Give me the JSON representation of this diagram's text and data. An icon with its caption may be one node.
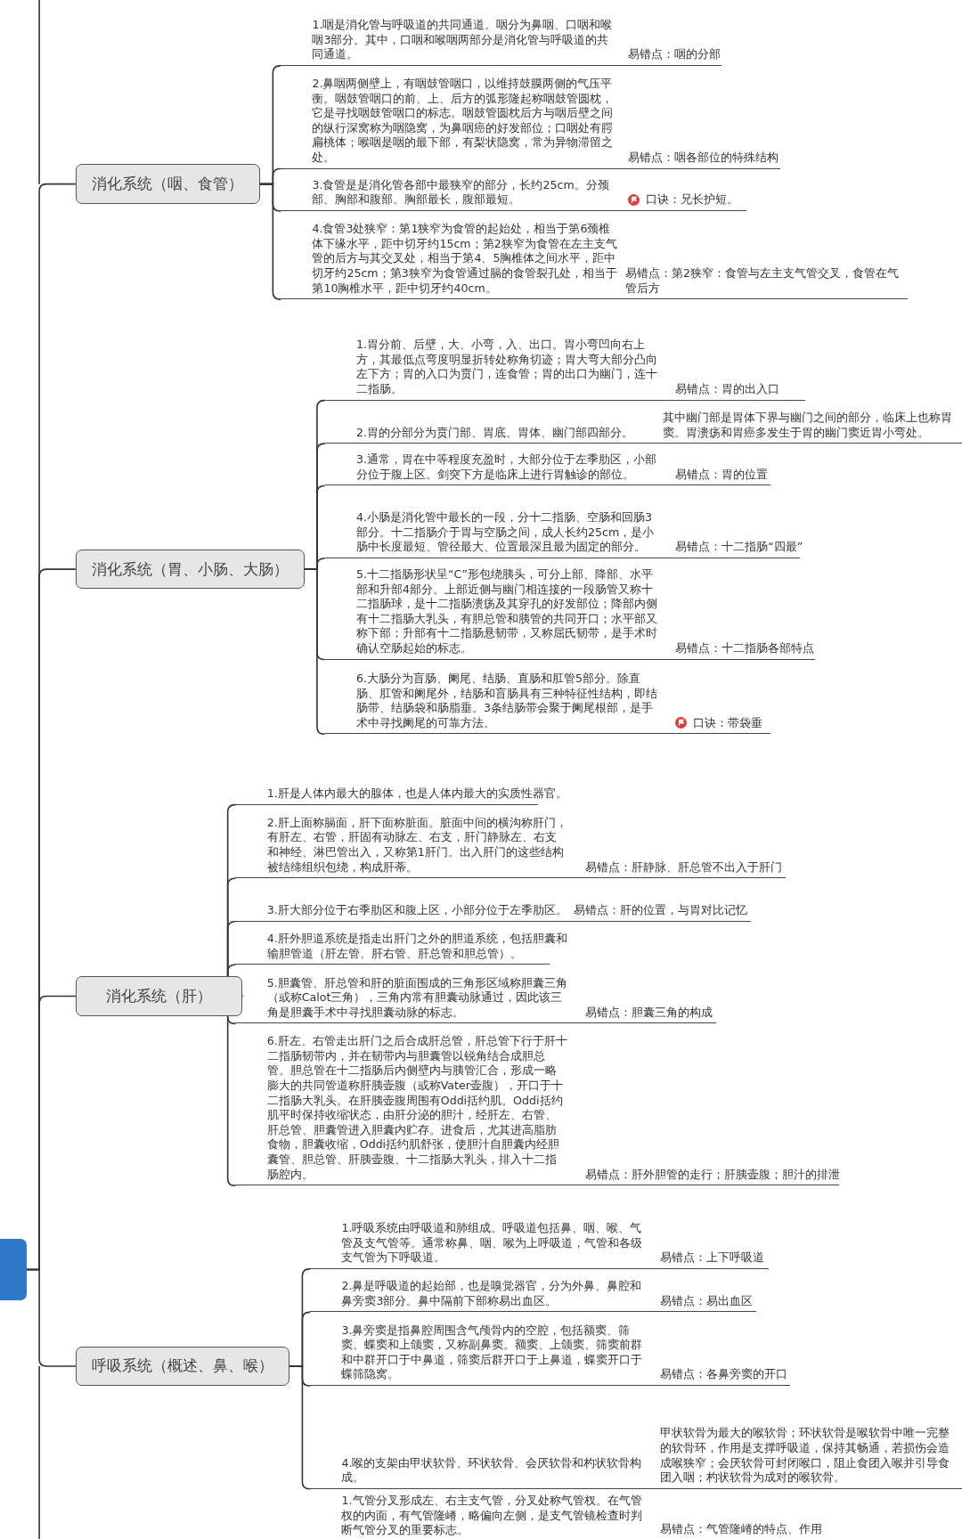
{
  "diagram": {
    "nodes": [
      {
        "text": [],
        "shape": "box"
      },
      {
        "text": [
          "消化系统（咽、食管）"
        ]
      },
      {
        "text": [
          "1.咽是消化管与呼吸道的共同通道。咽分为鼻咽、口咽和喉咽3部分。其中，口咽和喉咽两部分是消化管与呼吸道的共同通道。",
          "易错点：咽的分部"
        ]
      },
      {
        "text": [
          "2.鼻咽两侧壁上，有咽鼓管咽口，以维持鼓膜两侧的气压平衡。咽鼓管咽口的前、上、后方的弧形隆起称咽鼓管圆枕，它是寻找咽鼓管咽口的标志。咽鼓管圆枕后方与咽后壁之间的纵行深窝称为咽隐窝，为鼻咽癌的好发部位；口咽处有腭扁桃体；喉咽是咽的最下部，有梨状隐窝，常为异物滞留之处。",
          "易错点：咽各部位的特殊结构"
        ]
      },
      {
        "text": [
          "3.食管是是消化管各部中最狭窄的部分，长约25cm。分颈部、胸部和腹部。胸部最长，腹部最短。",
          "口诀：兄长护短。"
        ]
      },
      {
        "text": [
          "4.食管3处狭窄：第1狭窄为食管的起始处，相当于第6颈椎体下缘水平，距中切牙约15cm；第2狭窄为食管在左主支气管的后方与其交叉处，相当于第4、5胸椎体之间水平，距中切牙约25cm；第3狭窄为食管通过膈的食管裂孔处，相当于第10胸椎水平，距中切牙约40cm。",
          "易错点：第2狭窄：食管与左主支气管交叉，食管在气管后方"
        ]
      },
      {
        "text": [
          "消化系统（胃、小肠、大肠）"
        ]
      },
      {
        "text": [
          "1.胃分前、后壁，大、小弯，入、出口。胃小弯凹向右上方，其最低点弯度明显折转处称角切迹；胃大弯大部分凸向左下方；胃的入口为贲门，连食管；胃的出口为幽门，连十二指肠。",
          "易错点：胃的出入口"
        ]
      },
      {
        "text": [
          "2.胃的分部分为贲门部、胃底、胃体、幽门部四部分。",
          "其中幽门部是胃体下界与幽门之间的部分，临床上也称胃窦。胃溃疡和胃癌多发生于胃的幽门窦近胃小弯处。"
        ]
      },
      {
        "text": [
          "3.通常，胃在中等程度充盈时，大部分位于左季肋区，小部分位于腹上区。剑突下方是临床上进行胃触诊的部位。",
          "易错点：胃的位置"
        ]
      },
      {
        "text": [
          "4.小肠是消化管中最长的一段，分十二指肠、空肠和回肠3部分。十二指肠介于胃与空肠之间，成人长约25cm，是小肠中长度最短、管径最大、位置最深且最为固定的部分。",
          "易错点：十二指肠“四最”"
        ]
      },
      {
        "text": [
          "5.十二指肠形状呈“C”形包绕胰头，可分上部、降部、水平部和升部4部分。上部近侧与幽门相连接的一段肠管又称十二指肠球，是十二指肠溃疡及其穿孔的好发部位；降部内侧有十二指肠大乳头，有胆总管和胰管的共同开口；水平部又称下部；升部有十二指肠悬韧带，又称屈氏韧带，是手术时确认空肠起始的标志。",
          "易错点：十二指肠各部特点"
        ]
      },
      {
        "text": [
          "6.大肠分为盲肠、阑尾、结肠、直肠和肛管5部分。除直肠、肛管和阑尾外，结肠和盲肠具有三种特征性结构，即结肠带、结肠袋和肠脂垂。3条结肠带会聚于阑尾根部，是手术中寻找阑尾的可靠方法。",
          "口诀：带袋垂"
        ]
      },
      {
        "text": [
          "消化系统（肝）"
        ]
      },
      {
        "text": [
          "1.肝是人体内最大的腺体，也是人体内最大的实质性器官。"
        ]
      },
      {
        "text": [
          "2.肝上面称膈面，肝下面称脏面。脏面中间的横沟称肝门，有肝左、右管，肝固有动脉左、右支，肝门静脉左、右支和神经、淋巴管出入，又称第1肝门。出入肝门的这些结构被结缔组织包绕，构成肝蒂。",
          "易错点：肝静脉、肝总管不出入于肝门"
        ]
      },
      {
        "text": [
          "3.肝大部分位于右季肋区和腹上区，小部分位于左季肋区。",
          "易错点：肝的位置，与胃对比记忆"
        ]
      },
      {
        "text": [
          "4.肝外胆道系统是指走出肝门之外的胆道系统，包括胆囊和输胆管道（肝左管、肝右管、肝总管和胆总管）。"
        ]
      },
      {
        "text": [
          "5.胆囊管、肝总管和肝的脏面围成的三角形区域称胆囊三角（或称Calot三角），三角内常有胆囊动脉通过，因此该三角是胆囊手术中寻找胆囊动脉的标志。",
          "易错点：胆囊三角的构成"
        ]
      },
      {
        "text": [
          "6.肝左、右管走出肝门之后合成肝总管，肝总管下行于肝十二指肠韧带内，并在韧带内与胆囊管以锐角结合成胆总管。胆总管在十二指肠后内侧壁内与胰管汇合，形成一略膨大的共同管道称肝胰壶腹（或称Vater壶腹），开口于十二指肠大乳头。在肝胰壶腹周围有Oddi括约肌。Oddi括约肌平时保持收缩状态，由肝分泌的胆汁，经肝左、右管、肝总管、胆囊管进入胆囊内贮存。进食后，尤其进高脂肪食物，胆囊收缩，Oddi括约肌舒张，使胆汁自胆囊内经胆囊管、胆总管、肝胰壶腹、十二指肠大乳头，排入十二指肠腔内。",
          "易错点：肝外胆管的走行；肝胰壶腹；胆汁的排泄"
        ]
      },
      {
        "text": [
          "呼吸系统（概述、鼻、喉）"
        ]
      },
      {
        "text": [
          "1.呼吸系统由呼吸道和肺组成。呼吸道包括鼻、咽、喉、气管及支气管等。通常称鼻、咽、喉为上呼吸道，气管和各级支气管为下呼吸道。",
          "易错点：上下呼吸道"
        ]
      },
      {
        "text": [
          "2.鼻是呼吸道的起始部，也是嗅觉器官，分为外鼻、鼻腔和鼻旁窦3部分。鼻中隔前下部称易出血区。",
          "易错点：易出血区"
        ]
      },
      {
        "text": [
          "3.鼻旁窦是指鼻腔周围含气颅骨内的空腔，包括额窦、筛窦、蝶窦和上颌窦，又称副鼻窦。额窦、上颌窦、筛窦前群和中群开口于中鼻道，筛窦后群开口于上鼻道，蝶窦开口于蝶筛隐窝。",
          "易错点：各鼻旁窦的开口"
        ]
      },
      {
        "text": [
          "4.喉的支架由甲状软骨、环状软骨、会厌软骨和杓状软骨构成。",
          "甲状软骨为最大的喉软骨；环状软骨是喉软骨中唯一完整的软骨环，作用是支撑呼吸道，保持其畅通，若损伤会造成喉狭窄；会厌软骨可封闭喉口，阻止食团入喉并引导食团入咽；杓状软骨为成对的喉软骨。"
        ]
      },
      {
        "text": [
          "1.气管分叉形成左、右主支气管，分叉处称气管杈。在气管杈的内面，有气管隆嵴，略偏向左侧，是支气管镜检查时判断气管分叉的重要标志。",
          "易错点：气管隆嵴的特点、作用"
        ]
      }
    ],
    "edges": [
      {
        "from": 0,
        "to": 1,
        "arrow": "none"
      },
      {
        "from": 1,
        "to": 2,
        "arrow": "none"
      },
      {
        "from": 1,
        "to": 3,
        "arrow": "none"
      },
      {
        "from": 1,
        "to": 4,
        "arrow": "none"
      },
      {
        "from": 1,
        "to": 5,
        "arrow": "none"
      },
      {
        "from": 0,
        "to": 6,
        "arrow": "none"
      },
      {
        "from": 6,
        "to": 7,
        "arrow": "none"
      },
      {
        "from": 6,
        "to": 8,
        "arrow": "none"
      },
      {
        "from": 6,
        "to": 9,
        "arrow": "none"
      },
      {
        "from": 6,
        "to": 10,
        "arrow": "none"
      },
      {
        "from": 6,
        "to": 11,
        "arrow": "none"
      },
      {
        "from": 6,
        "to": 12,
        "arrow": "none"
      },
      {
        "from": 0,
        "to": 13,
        "arrow": "none"
      },
      {
        "from": 13,
        "to": 14,
        "arrow": "none"
      },
      {
        "from": 13,
        "to": 15,
        "arrow": "none"
      },
      {
        "from": 13,
        "to": 16,
        "arrow": "none"
      },
      {
        "from": 13,
        "to": 17,
        "arrow": "none"
      },
      {
        "from": 13,
        "to": 18,
        "arrow": "none"
      },
      {
        "from": 13,
        "to": 19,
        "arrow": "none"
      },
      {
        "from": 0,
        "to": 20,
        "arrow": "none"
      },
      {
        "from": 20,
        "to": 21,
        "arrow": "none"
      },
      {
        "from": 20,
        "to": 22,
        "arrow": "none"
      },
      {
        "from": 20,
        "to": 23,
        "arrow": "none"
      },
      {
        "from": 20,
        "to": 24,
        "arrow": "none"
      }
    ]
  }
}
